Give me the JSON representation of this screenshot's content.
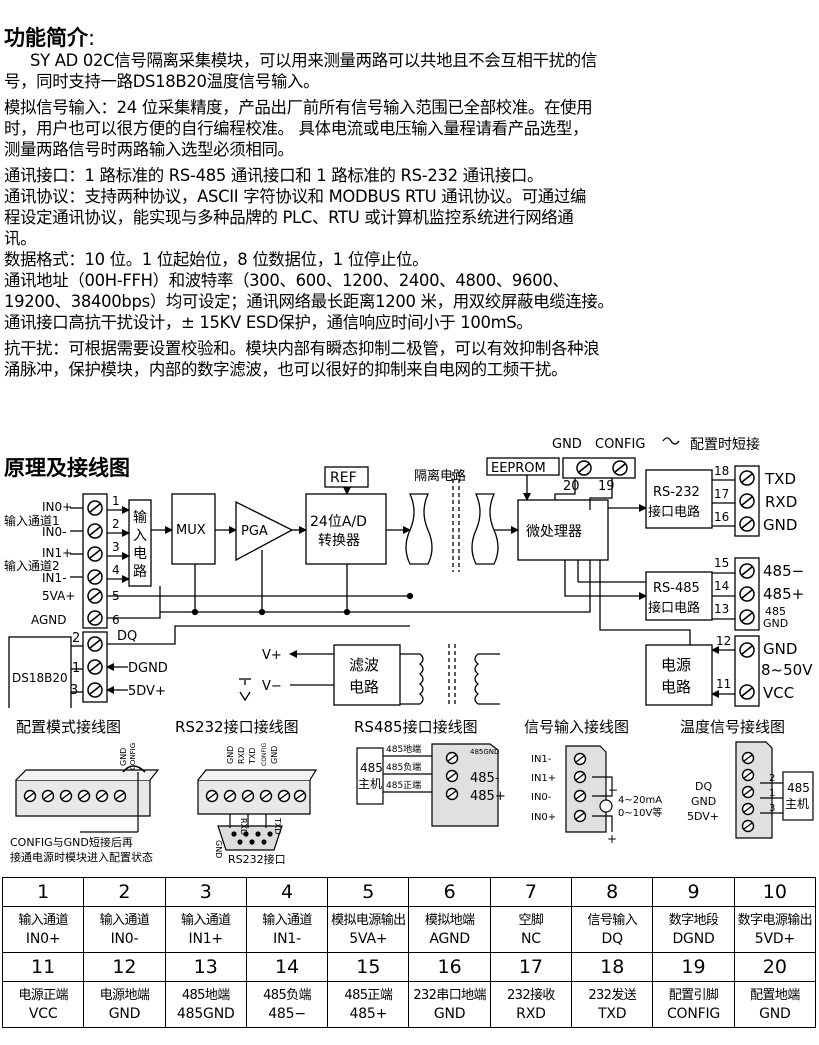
{
  "section1_title": "功能简介",
  "section1_colon": ":",
  "paragraphs": [
    "SY AD 02C信号隔离采集模块，可以用来测量两路可以共地且不会互相干扰的信",
    "号，同时支持一路DS18B20温度信号输入。",
    "模拟信号输入：24 位采集精度，产品出厂前所有信号输入范围已全部校准。在使用",
    "时，用户也可以很方便的自行编程校准。 具体电流或电压输入量程请看产品选型，",
    "测量两路信号时两路输入选型必须相同。",
    "通讯接口：1 路标准的 RS-485 通讯接口和 1 路标准的 RS-232 通讯接口。",
    "通讯协议：支持两种协议，ASCII 字符协议和 MODBUS RTU 通讯协议。可通过编",
    "程设定通讯协议，能实现与多种品牌的 PLC、RTU 或计算机监控系统进行网络通",
    "讯。",
    "数据格式：10 位。1 位起始位，8 位数据位，1 位停止位。",
    "通讯地址（00H-FFH）和波特率（300、600、1200、2400、4800、9600、",
    "19200、38400bps）均可设定；通讯网络最长距离1200 米，用双绞屏蔽电缆连接。",
    "通讯接口高抗干扰设计，± 15KV ESD保护，通信响应时间小于 100mS。",
    "抗干扰：可根据需要设置校验和。模块内部有瞬态抑制二极管，可以有效抑制各种浪",
    "涌脉冲，保护模块，内部的数字滤波，也可以很好的抑制来自电网的工频干扰。"
  ],
  "section2_title": "原理及接线图",
  "diagram": {
    "top_gnd": "GND",
    "top_config": "CONFIG",
    "top_note": "配置时短接",
    "eeprom": "EEPROM",
    "pin20": "20",
    "pin19": "19",
    "ref": "REF",
    "isolation": "隔离电路",
    "in0p": "IN0+",
    "ch1": "输入通道1",
    "in0m": "IN0-",
    "in1p": "IN1+",
    "ch2": "输入通道2",
    "in1m": "IN1-",
    "vaplus": "5VA+",
    "agnd": "AGND",
    "lp1": "1",
    "lp2": "2",
    "lp3": "3",
    "lp4": "4",
    "lp5": "5",
    "lp6": "6",
    "in_circuit": [
      "输",
      "入",
      "电",
      "路"
    ],
    "mux": "MUX",
    "pga": "PGA",
    "adc1": "24位A/D",
    "adc2": "转换器",
    "mcu": "微处理器",
    "rs232_1": "RS-232",
    "rs232_2": "接口电路",
    "rs485_1": "RS-485",
    "rs485_2": "接口电路",
    "p18": "18",
    "p17": "17",
    "p16": "16",
    "txd": "TXD",
    "rxd": "RXD",
    "gnd_r": "GND",
    "p15": "15",
    "p14": "14",
    "p13": "13",
    "r485m": "485−",
    "r485p": "485+",
    "r485gnd1": "485",
    "r485gnd2": "GND",
    "ds_pin2": "2",
    "ds_pin1": "1",
    "ds_pin3": "3",
    "ds_chip": "DS18B20",
    "dq": "DQ",
    "dgnd": "DGND",
    "vd5": "5DV+",
    "vplus": "V+",
    "vminus": "V−",
    "filter1": "滤波",
    "filter2": "电路",
    "psu1": "电源",
    "psu2": "电路",
    "p12": "12",
    "p11": "11",
    "pgnd": "GND",
    "pvolt": "8~50V",
    "pvcc": "VCC"
  },
  "wiring": {
    "cap_config": "配置模式接线图",
    "cap_rs232": "RS232接口接线图",
    "cap_rs485": "RS485接口接线图",
    "cap_signal": "信号输入接线图",
    "cap_temp": "温度信号接线图",
    "cfg_gnd": "GND",
    "cfg_config": "CONFIG",
    "cfg_note1": "CONFIG与GND短接后再",
    "cfg_note2": "接通电源时模块进入配置状态",
    "r232_gnd": "GND",
    "r232_rxd": "RXD",
    "r232_txd": "TXD",
    "r232_config": "CONFIG",
    "r232_gnd2": "GND",
    "r232_bot_gnd": "GND",
    "r232_bot_rxd": "RXD",
    "r232_bot_txd": "TXD",
    "r232_port": "RS232接口",
    "r485_host1": "485",
    "r485_host2": "主机",
    "r485_l1": "485地端",
    "r485_l2": "485负端",
    "r485_l3": "485正端",
    "r485_gndlbl": "485GND",
    "r485_m": "485-",
    "r485_p": "485+",
    "sig_l1": "IN1-",
    "sig_l2": "IN1+",
    "sig_l3": "IN0-",
    "sig_l4": "IN0+",
    "sig_range1": "4~20mA",
    "sig_range2": "0~10V等",
    "sig_minus": "−",
    "sig_plus": "+",
    "t_dq": "DQ",
    "t_gnd": "GND",
    "t_5dv": "5DV+",
    "t_p2": "2",
    "t_p1": "1",
    "t_p3": "3",
    "t_host1": "485",
    "t_host2": "主机"
  },
  "pin_table": {
    "row1": [
      {
        "n": "1",
        "a": "输入通道",
        "b": "IN0+"
      },
      {
        "n": "2",
        "a": "输入通道",
        "b": "IN0-"
      },
      {
        "n": "3",
        "a": "输入通道",
        "b": "IN1+"
      },
      {
        "n": "4",
        "a": "输入通道",
        "b": "IN1-"
      },
      {
        "n": "5",
        "a": "模拟电源输出",
        "b": "5VA+"
      },
      {
        "n": "6",
        "a": "模拟地端",
        "b": "AGND"
      },
      {
        "n": "7",
        "a": "空脚",
        "b": "NC"
      },
      {
        "n": "8",
        "a": "信号输入",
        "b": "DQ"
      },
      {
        "n": "9",
        "a": "数字地段",
        "b": "DGND"
      },
      {
        "n": "10",
        "a": "数字电源输出",
        "b": "5VD+"
      }
    ],
    "row2": [
      {
        "n": "11",
        "a": "电源正端",
        "b": "VCC"
      },
      {
        "n": "12",
        "a": "电源地端",
        "b": "GND"
      },
      {
        "n": "13",
        "a": "485地端",
        "b": "485GND"
      },
      {
        "n": "14",
        "a": "485负端",
        "b": "485−"
      },
      {
        "n": "15",
        "a": "485正端",
        "b": "485+"
      },
      {
        "n": "16",
        "a": "232串口地端",
        "b": "GND"
      },
      {
        "n": "17",
        "a": "232接收",
        "b": "RXD"
      },
      {
        "n": "18",
        "a": "232发送",
        "b": "TXD"
      },
      {
        "n": "19",
        "a": "配置引脚",
        "b": "CONFIG"
      },
      {
        "n": "20",
        "a": "配置地端",
        "b": "GND"
      }
    ]
  }
}
